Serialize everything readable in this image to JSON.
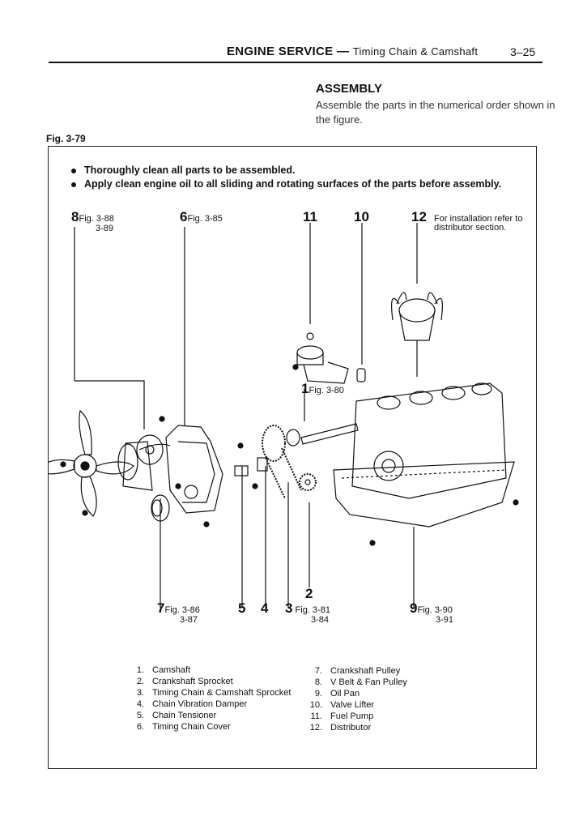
{
  "header": {
    "section": "ENGINE SERVICE",
    "dash": "—",
    "subtitle": "Timing Chain & Camshaft",
    "page": "3–25"
  },
  "assembly": {
    "title": "ASSEMBLY",
    "text": "Assemble the parts in the numerical order shown in the figure."
  },
  "figure": {
    "label": "Fig. 3-79",
    "bullets": [
      "Thoroughly clean all parts to be assembled.",
      "Apply clean engine oil to all sliding and rotating surfaces of the parts before assembly."
    ],
    "callouts": {
      "c8": {
        "num": "8",
        "ref1": "Fig. 3-88",
        "ref2": "3-89"
      },
      "c6": {
        "num": "6",
        "ref1": "Fig. 3-85"
      },
      "c11": {
        "num": "11"
      },
      "c10": {
        "num": "10"
      },
      "c12": {
        "num": "12",
        "ref1": "For installation refer to",
        "ref2": "distributor section."
      },
      "c1": {
        "num": "1",
        "ref1": "Fig. 3-80"
      },
      "c7": {
        "num": "7",
        "ref1": "Fig. 3-86",
        "ref2": "3-87"
      },
      "c5": {
        "num": "5"
      },
      "c4": {
        "num": "4"
      },
      "c3": {
        "num": "3",
        "ref1": "Fig. 3-81",
        "ref2": "3-84"
      },
      "c2": {
        "num": "2"
      },
      "c9": {
        "num": "9",
        "ref1": "Fig. 3-90",
        "ref2": "3-91"
      }
    },
    "legend_left": [
      {
        "n": "1.",
        "t": "Camshaft"
      },
      {
        "n": "2.",
        "t": "Crankshaft Sprocket"
      },
      {
        "n": "3.",
        "t": "Timing Chain & Camshaft Sprocket"
      },
      {
        "n": "4.",
        "t": "Chain Vibration Damper"
      },
      {
        "n": "5.",
        "t": "Chain Tensioner"
      },
      {
        "n": "6.",
        "t": "Timing Chain Cover"
      }
    ],
    "legend_right": [
      {
        "n": "7.",
        "t": "Crankshaft Pulley"
      },
      {
        "n": "8.",
        "t": "V Belt & Fan Pulley"
      },
      {
        "n": "9.",
        "t": "Oil Pan"
      },
      {
        "n": "10.",
        "t": "Valve Lifter"
      },
      {
        "n": "11.",
        "t": "Fuel Pump"
      },
      {
        "n": "12.",
        "t": "Distributor"
      }
    ]
  }
}
